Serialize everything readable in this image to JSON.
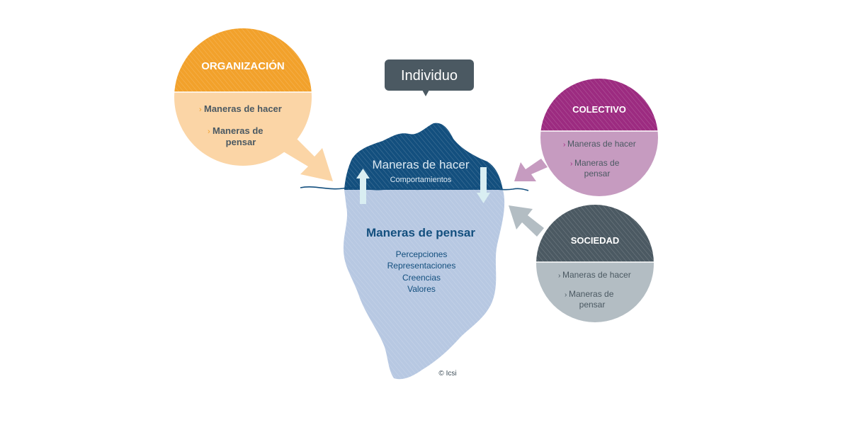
{
  "individual": {
    "label": "Individuo"
  },
  "iceberg": {
    "tip": {
      "title": "Maneras de hacer",
      "subtitle": "Comportamientos"
    },
    "base": {
      "title": "Maneras de pensar",
      "items": [
        "Percepciones",
        "Representaciones",
        "Creencias",
        "Valores"
      ]
    },
    "copyright": "© Icsi"
  },
  "organizacion": {
    "title": "ORGANIZACIÓN",
    "item1": "Maneras de hacer",
    "item2_line1": "Maneras de",
    "item2_line2": "pensar",
    "color": "#f2a12b",
    "light_color": "#fbd5a6"
  },
  "colectivo": {
    "title": "COLECTIVO",
    "item1": "Maneras de hacer",
    "item2_line1": "Maneras de",
    "item2_line2": "pensar",
    "color": "#9c2b80",
    "light_color": "#c69bc0"
  },
  "sociedad": {
    "title": "SOCIEDAD",
    "item1": "Maneras de hacer",
    "item2_line1": "Maneras de",
    "item2_line2": "pensar",
    "color": "#4b5962",
    "light_color": "#b3bdc3"
  },
  "colors": {
    "iceberg_top": "#134f7e",
    "iceberg_bottom": "#b7c8e2",
    "callout": "#4b5962"
  }
}
